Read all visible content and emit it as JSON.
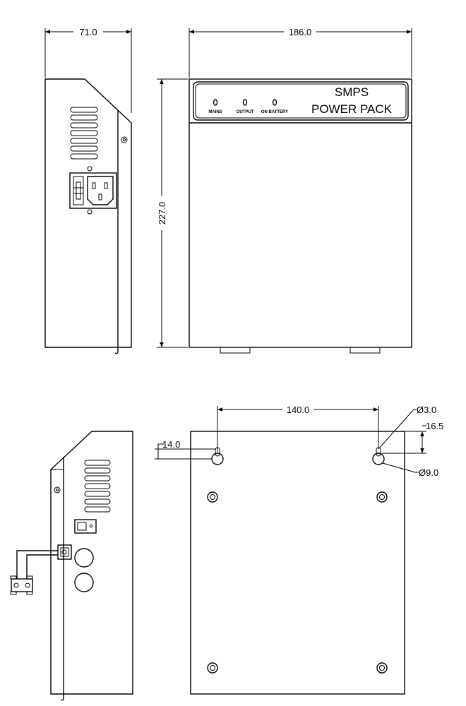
{
  "dimensions": {
    "side_depth": "71.0",
    "front_width": "186.0",
    "front_height": "227.0",
    "hole_spacing": "140.0",
    "hole_small_dia": "Ø3.0",
    "hole_top_offset": "16.5",
    "hole_side_offset": "14.0",
    "hole_large_dia": "Ø9.0"
  },
  "front_panel": {
    "led_labels": [
      "MAINS",
      "OUTPUT",
      "ON BATTERY"
    ],
    "title_line1": "SMPS",
    "title_line2": "POWER PACK"
  }
}
